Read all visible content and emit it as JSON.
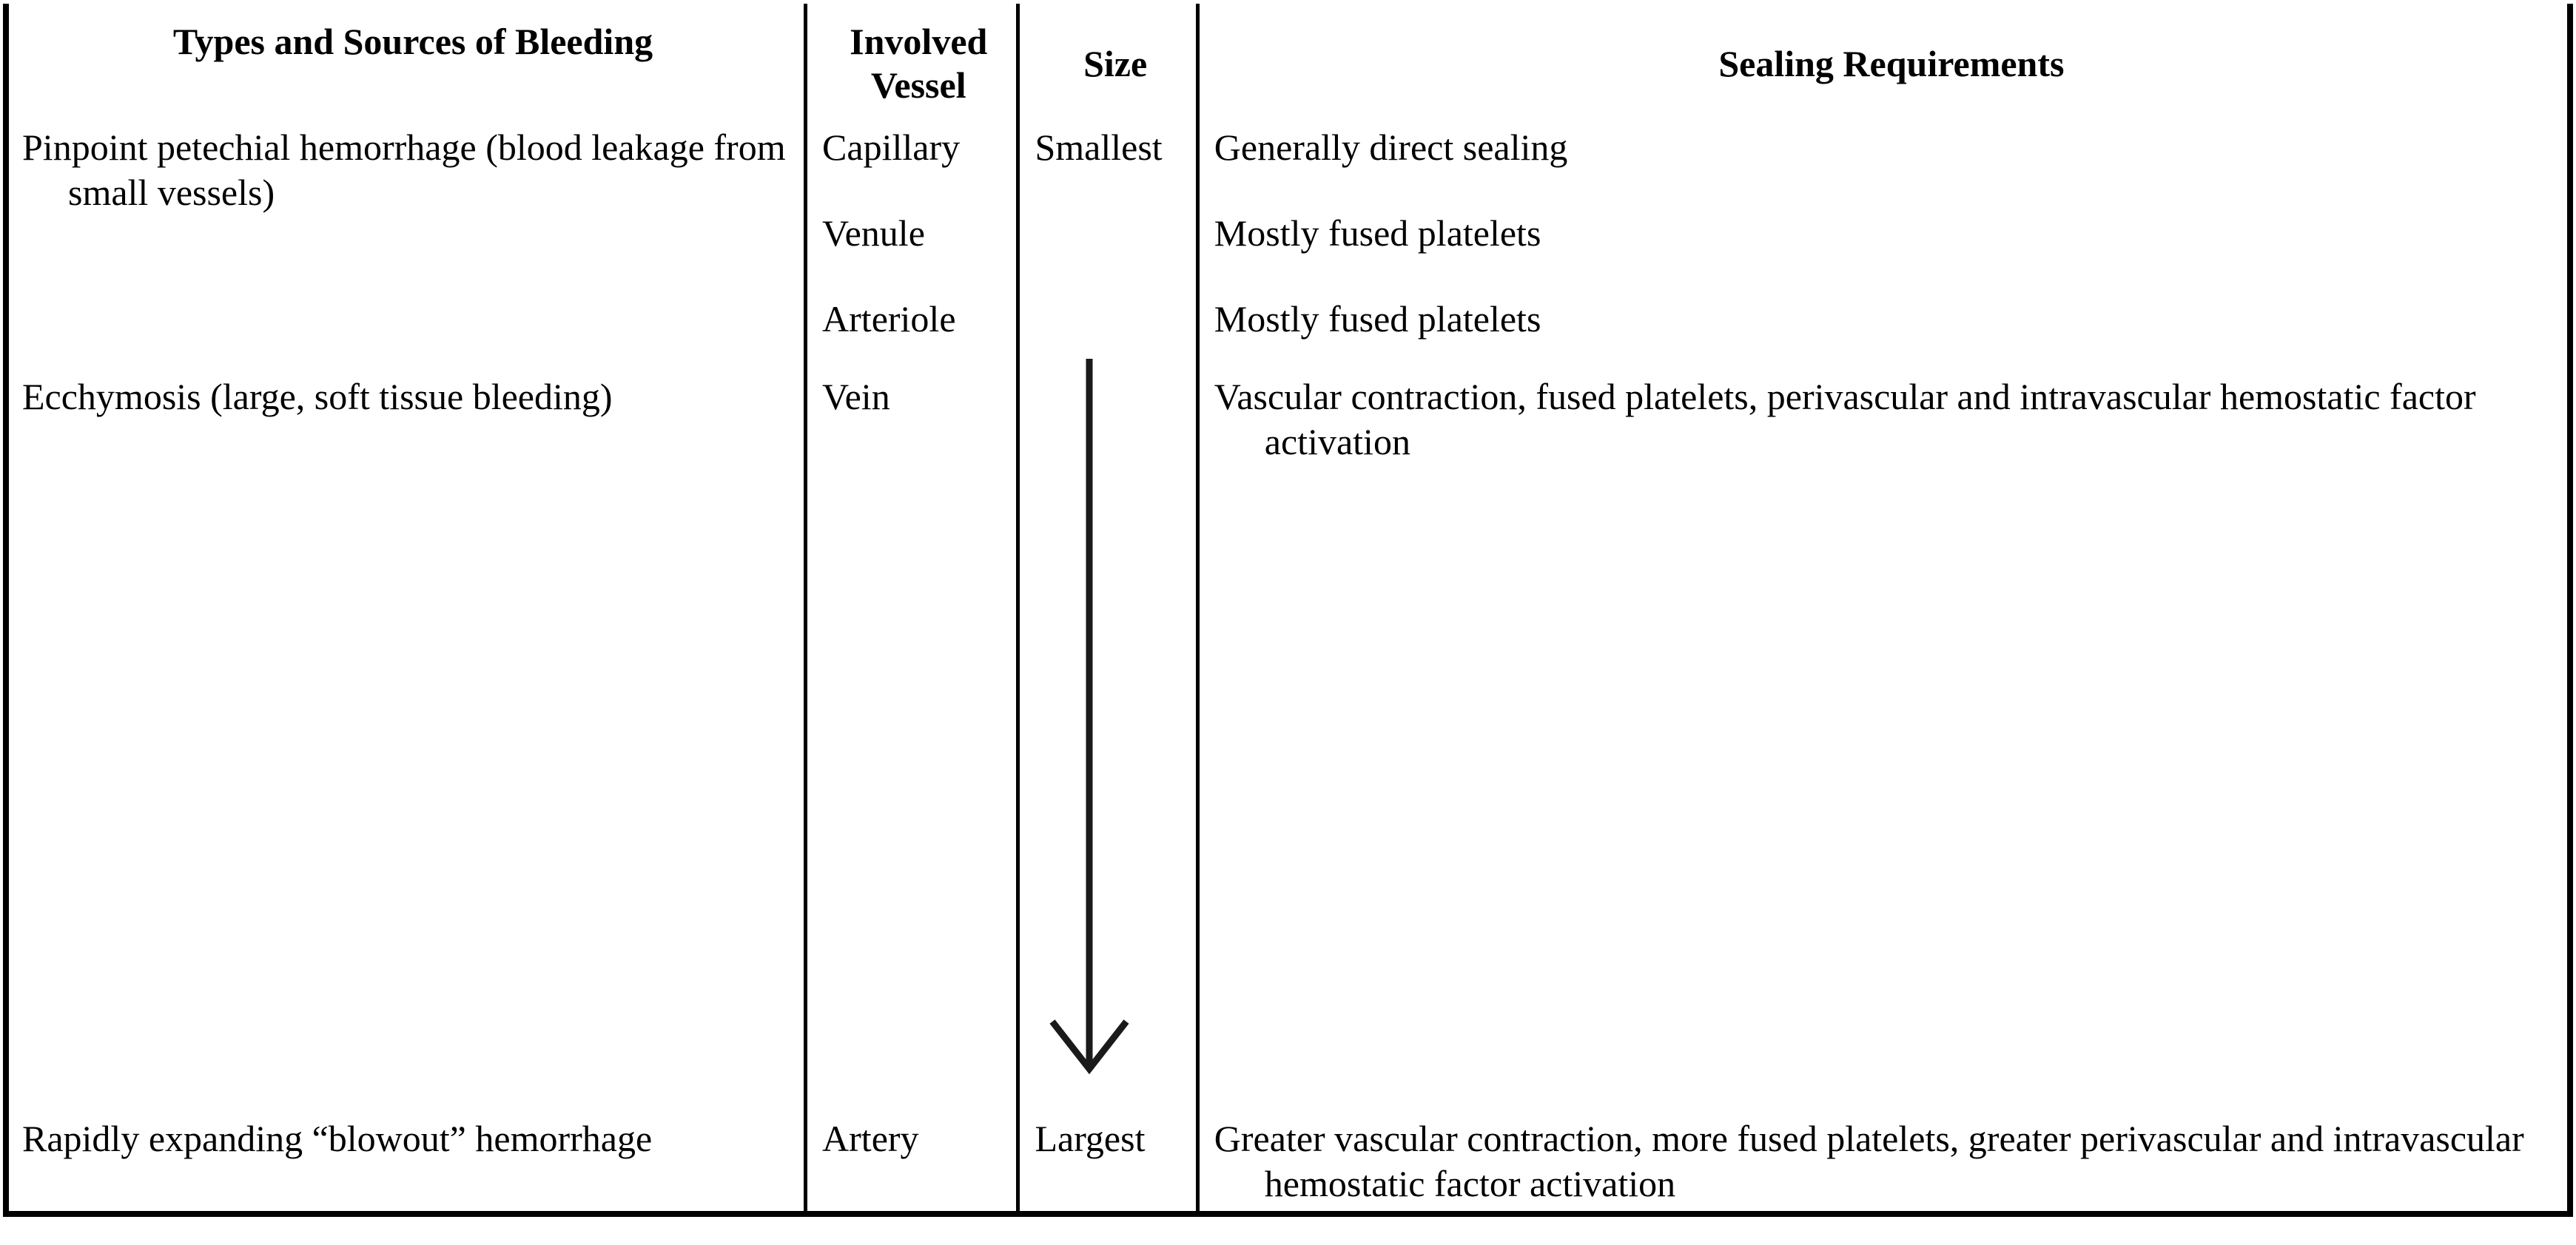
{
  "table": {
    "columns": [
      {
        "key": "type",
        "header": "Types and Sources of Bleeding"
      },
      {
        "key": "vessel",
        "header_line1": "Involved",
        "header_line2": "Vessel"
      },
      {
        "key": "size",
        "header": "Size"
      },
      {
        "key": "seal",
        "header": "Sealing Requirements"
      }
    ],
    "rows": [
      {
        "type": "Pinpoint petechial hemorrhage (blood leakage from small vessels)",
        "vessels": [
          "Capillary",
          "Venule",
          "Arteriole"
        ],
        "size": "Smallest",
        "sealing": [
          "Generally direct sealing",
          "Mostly fused platelets",
          "Mostly fused platelets"
        ]
      },
      {
        "type": "Ecchymosis (large, soft tissue bleeding)",
        "vessels": [
          "Vein"
        ],
        "size": "",
        "size_icon": "down-arrow-icon",
        "sealing": [
          "Vascular contraction, fused platelets, perivascular and intravascular hemostatic factor activation"
        ]
      },
      {
        "type": "Rapidly expanding “blowout” hemorrhage",
        "vessels": [
          "Artery"
        ],
        "size": "Largest",
        "sealing": [
          "Greater vascular contraction, more fused platelets, greater perivascular and intravascular hemostatic factor activation"
        ]
      }
    ]
  },
  "colors": {
    "rule": "#000000",
    "text": "#000000",
    "background": "#ffffff",
    "arrow": "#1a1a1a"
  }
}
